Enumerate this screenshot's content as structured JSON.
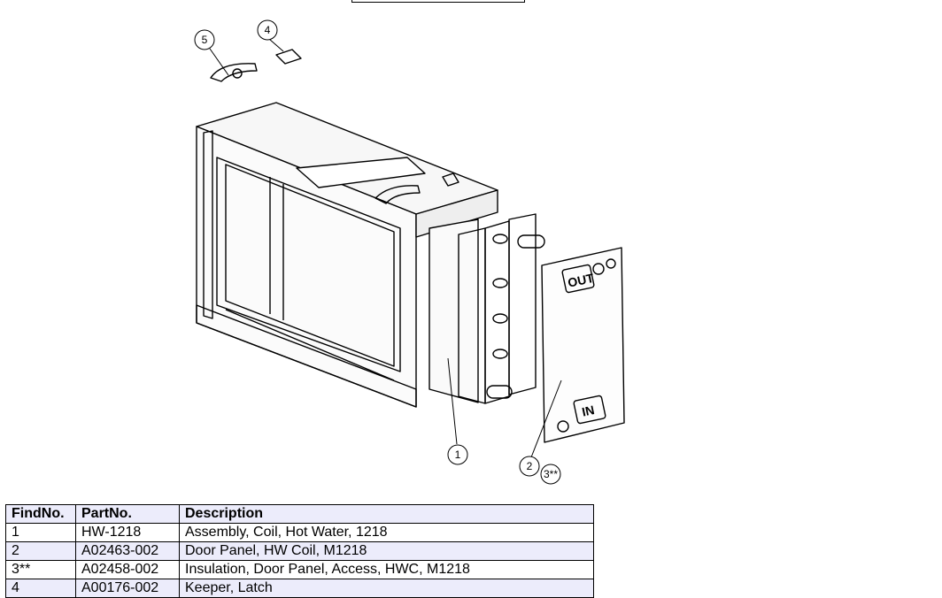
{
  "callouts": [
    {
      "id": "5",
      "label": "5"
    },
    {
      "id": "4",
      "label": "4"
    },
    {
      "id": "1",
      "label": "1"
    },
    {
      "id": "2",
      "label": "2"
    },
    {
      "id": "3",
      "label": "3**"
    }
  ],
  "panel_labels": {
    "out": "OUT",
    "in": "IN"
  },
  "table": {
    "headers": [
      "FindNo.",
      "PartNo.",
      "Description"
    ],
    "rows": [
      {
        "find": "1",
        "part": "HW-1218",
        "desc": "Assembly, Coil, Hot Water, 1218"
      },
      {
        "find": "2",
        "part": "A02463-002",
        "desc": "Door Panel, HW Coil, M1218"
      },
      {
        "find": "3**",
        "part": "A02458-002",
        "desc": "Insulation, Door Panel, Access, HWC, M1218"
      },
      {
        "find": "4",
        "part": "A00176-002",
        "desc": "Keeper, Latch"
      }
    ]
  }
}
